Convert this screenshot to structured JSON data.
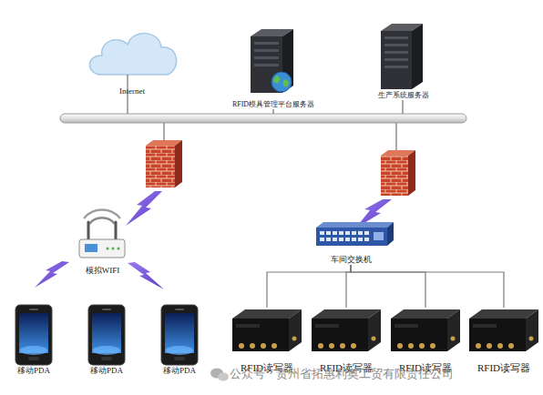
{
  "diagram": {
    "nodes": [
      {
        "text": [
          "Internet"
        ]
      },
      {
        "text": [
          "RFID模具管理平台服务器"
        ]
      },
      {
        "text": [
          "生产系统服务器"
        ]
      },
      {
        "text": [
          "模拟WIFI"
        ]
      },
      {
        "text": [
          "车间交换机"
        ]
      },
      {
        "text": [
          "移动PDA"
        ]
      },
      {
        "text": [
          "移动PDA"
        ]
      },
      {
        "text": [
          "移动PDA"
        ]
      },
      {
        "text": [
          "RFID读写器"
        ]
      },
      {
        "text": [
          "RFID读写器"
        ]
      },
      {
        "text": [
          "RFID读写器"
        ]
      },
      {
        "text": [
          "RFID读写器"
        ]
      }
    ],
    "edges": [
      {
        "from": 4,
        "to": 8,
        "arrow": "none"
      },
      {
        "from": 4,
        "to": 9,
        "arrow": "none"
      },
      {
        "from": 4,
        "to": 10,
        "arrow": "none"
      },
      {
        "from": 4,
        "to": 11,
        "arrow": "none"
      }
    ],
    "labels": [
      "公众号 · 贵州省拓惠利奥工贸有限责任公司"
    ]
  }
}
